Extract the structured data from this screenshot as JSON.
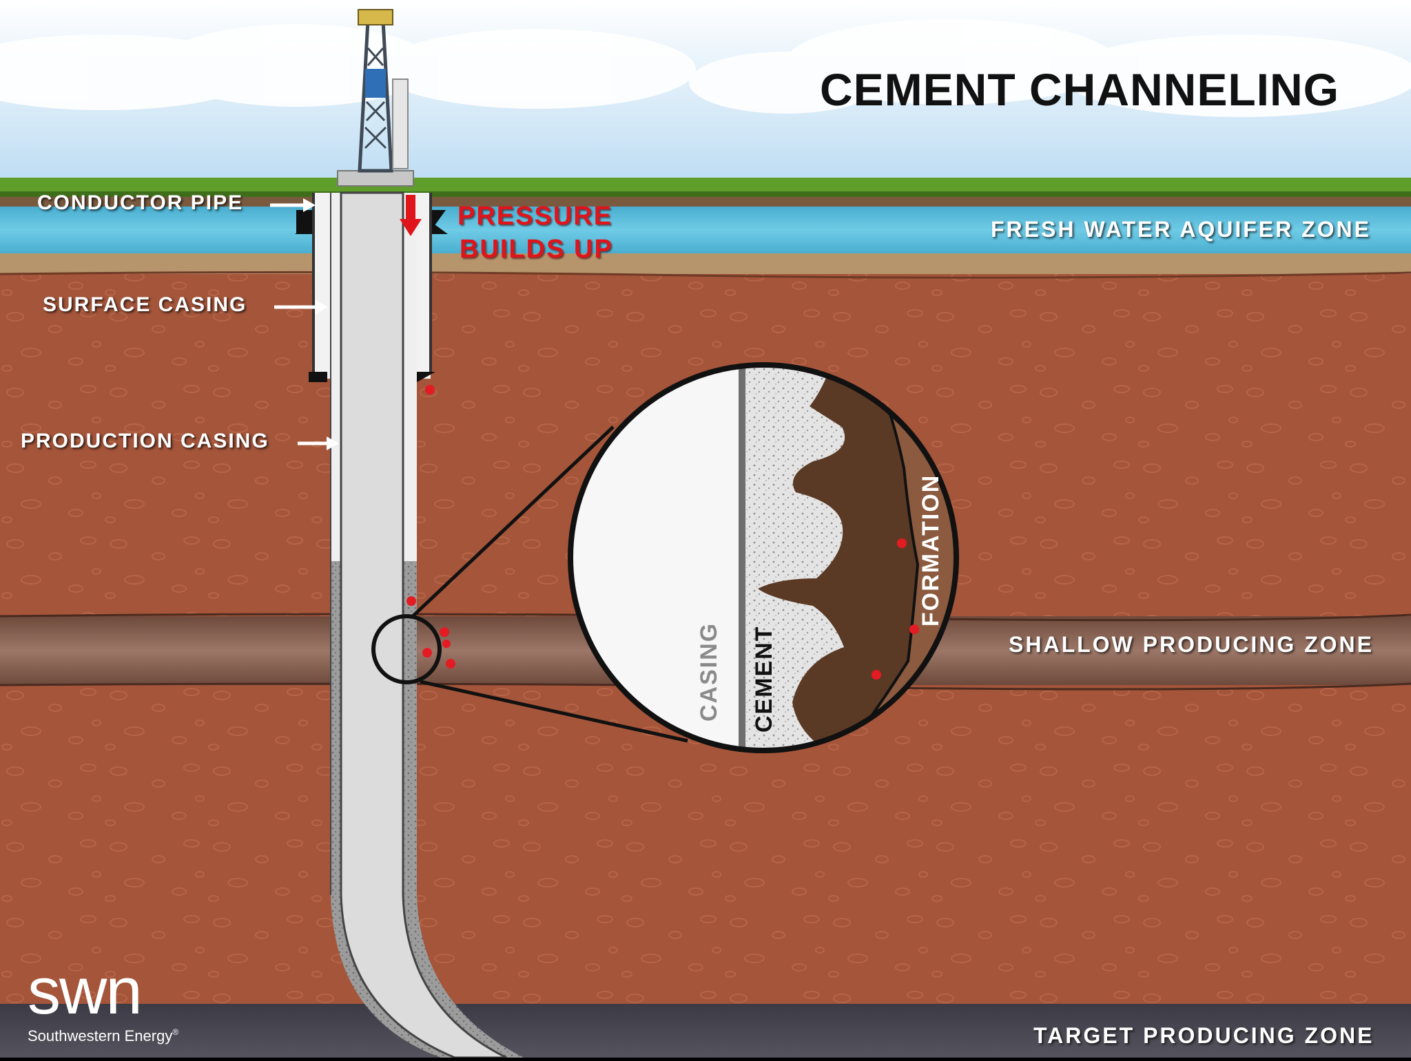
{
  "title": "CEMENT CHANNELING",
  "labels": {
    "conductor_pipe": "CONDUCTOR  PIPE",
    "surface_casing": "SURFACE  CASING",
    "production_casing": "PRODUCTION  CASING",
    "pressure_line1": "PRESSURE",
    "pressure_line2": "BUILDS  UP"
  },
  "zones": {
    "fresh_water": "FRESH  WATER  AQUIFER  ZONE",
    "shallow": "SHALLOW  PRODUCING  ZONE",
    "target": "TARGET  PRODUCING  ZONE"
  },
  "detail": {
    "casing": "CASING",
    "cement": "CEMENT",
    "formation": "FORMATION"
  },
  "logo": {
    "mark": "swn",
    "company": "Southwestern Energy",
    "registered": "®"
  },
  "colors": {
    "sky": "#cfe6f7",
    "grass": "#5f9e2a",
    "aquifer": "#5fc1df",
    "earth": "#a4553a",
    "shallow_zone": "#8a6656",
    "target_zone": "#4b4a55",
    "casing": "#dcdcdc",
    "cement": "#a8a8a8",
    "gas_dot": "#e31b23",
    "pressure_text": "#e0141b"
  }
}
